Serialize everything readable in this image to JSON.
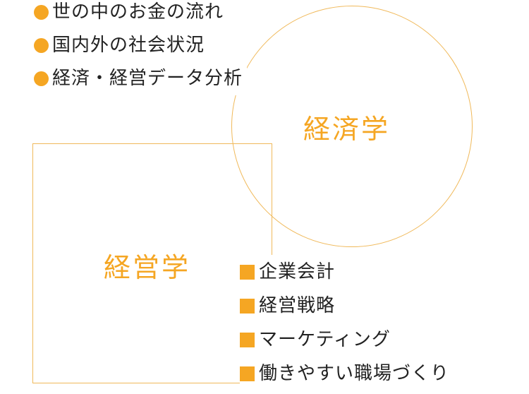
{
  "colors": {
    "accent": "#f5a623",
    "outline": "#f0b95a",
    "text": "#222222"
  },
  "economics": {
    "title": "経済学",
    "bullet_icon": "filled-circle",
    "items": [
      "世の中のお金の流れ",
      "国内外の社会状況",
      "経済・経営データ分析"
    ]
  },
  "management": {
    "title": "経営学",
    "bullet_icon": "filled-square",
    "items": [
      "企業会計",
      "経営戦略",
      "マーケティング",
      "働きやすい職場づくり"
    ]
  }
}
